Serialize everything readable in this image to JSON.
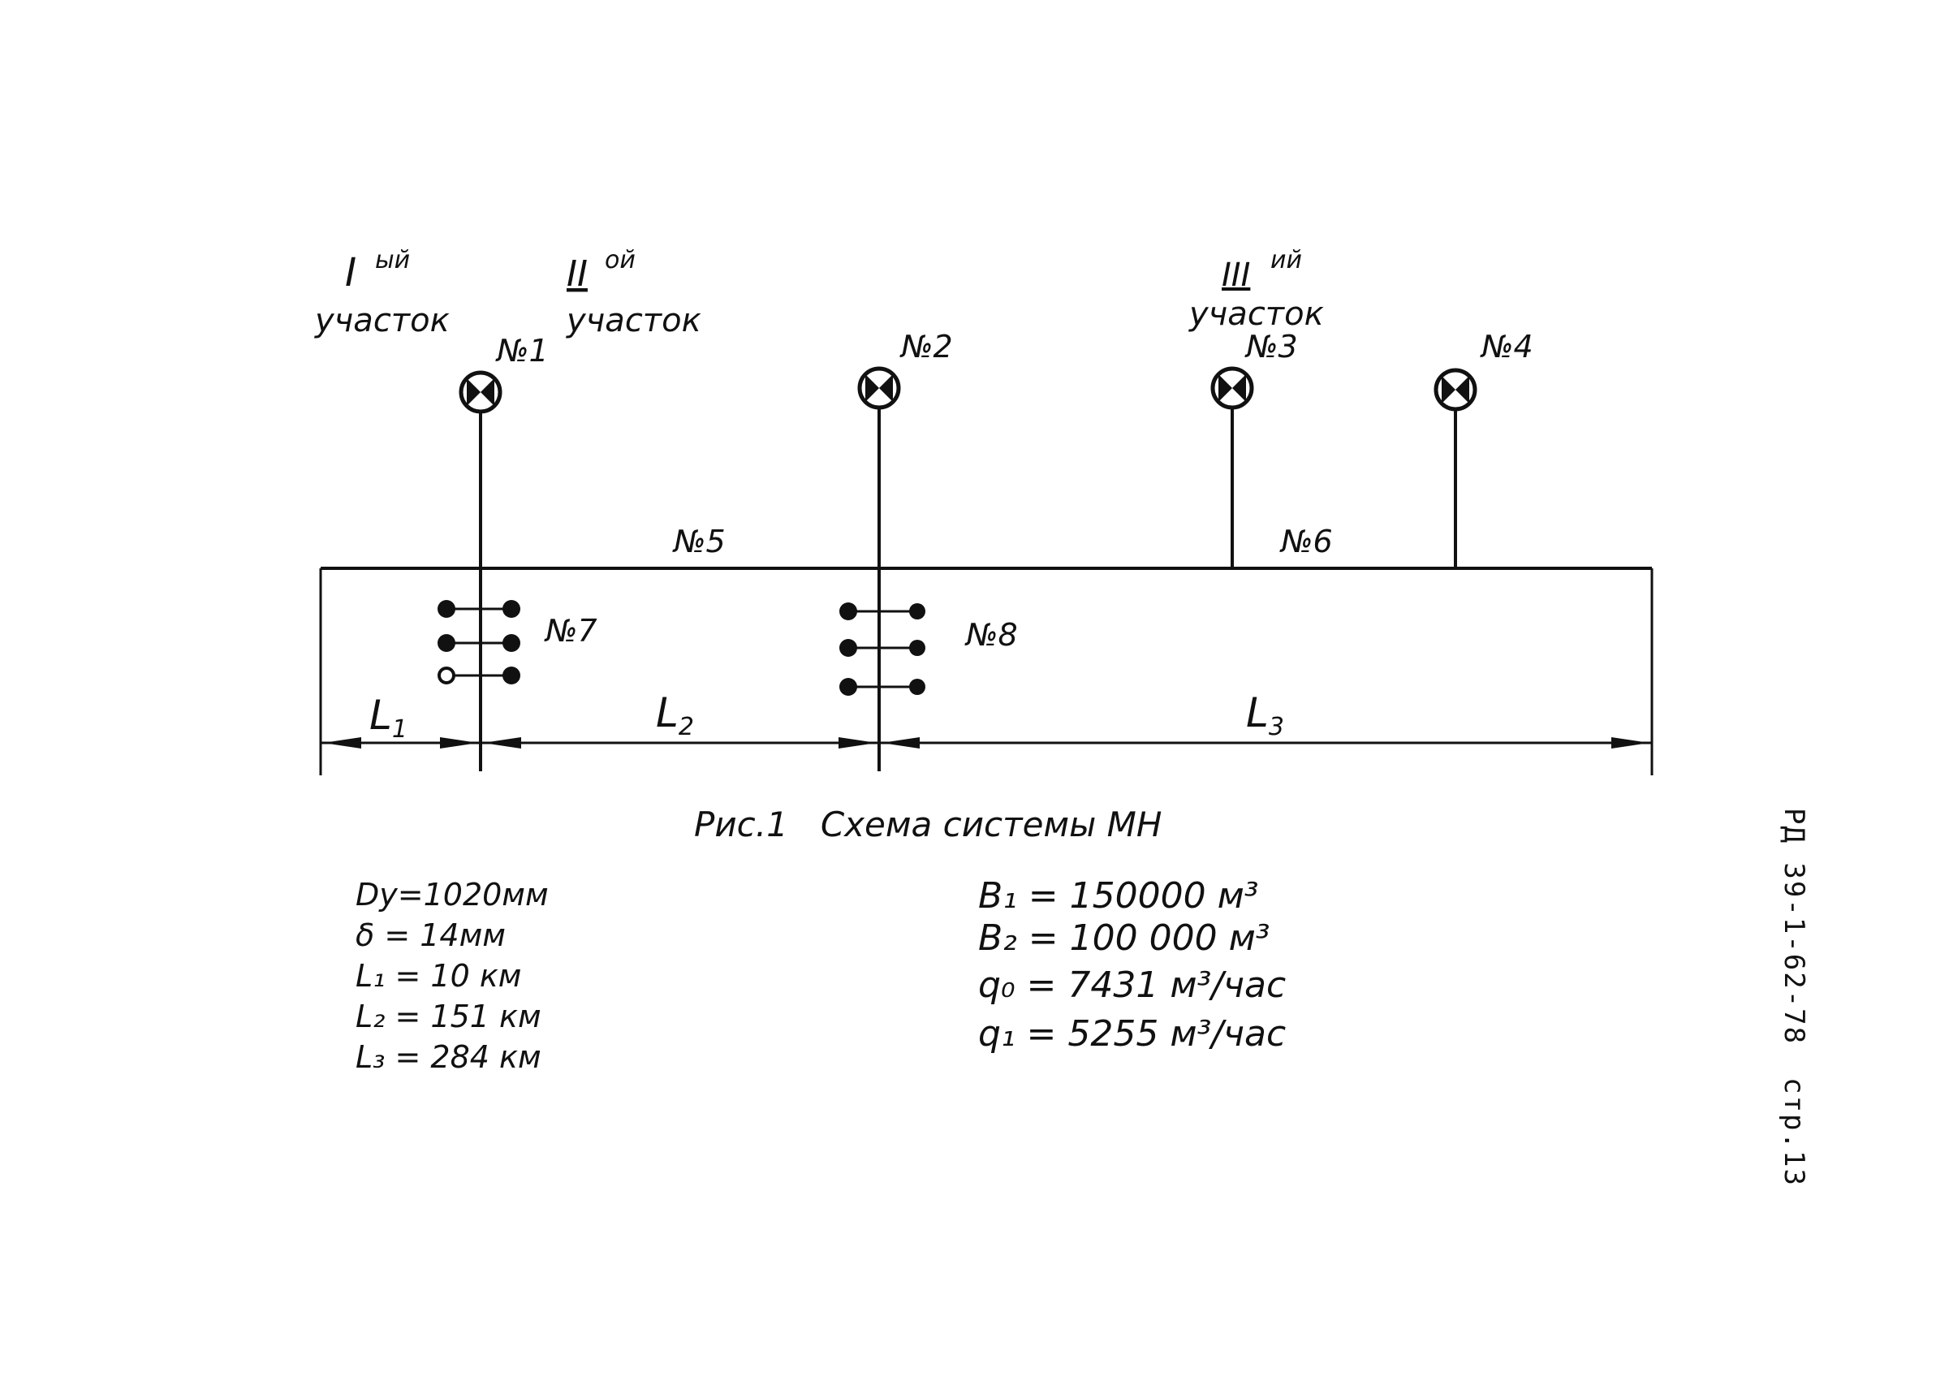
{
  "sections": [
    {
      "numeral": "I",
      "suffix": "ый",
      "word": "участок"
    },
    {
      "numeral": "II",
      "suffix": "ой",
      "word": "участок"
    },
    {
      "numeral": "III",
      "suffix": "ий",
      "word": "участок"
    }
  ],
  "stations": [
    "№1",
    "№2",
    "№3",
    "№4"
  ],
  "pipes": [
    "№5",
    "№6"
  ],
  "valve_groups": [
    "№7",
    "№8"
  ],
  "distances": [
    {
      "base": "L",
      "sub": "1"
    },
    {
      "base": "L",
      "sub": "2"
    },
    {
      "base": "L",
      "sub": "3"
    }
  ],
  "caption": "Рис.1   Схема системы МН",
  "params_left": [
    "Dy=1020мм",
    "δ = 14мм",
    "L₁ = 10 км",
    "L₂ = 151 км",
    "L₃ = 284 км"
  ],
  "params_right": [
    "B₁ = 150000 м³",
    "B₂ = 100 000 м³",
    "q₀ = 7431 м³/час",
    "q₁ = 5255 м³/час"
  ],
  "stamp": {
    "doc": "РД 39-1-62-78",
    "page": "стр.13"
  }
}
